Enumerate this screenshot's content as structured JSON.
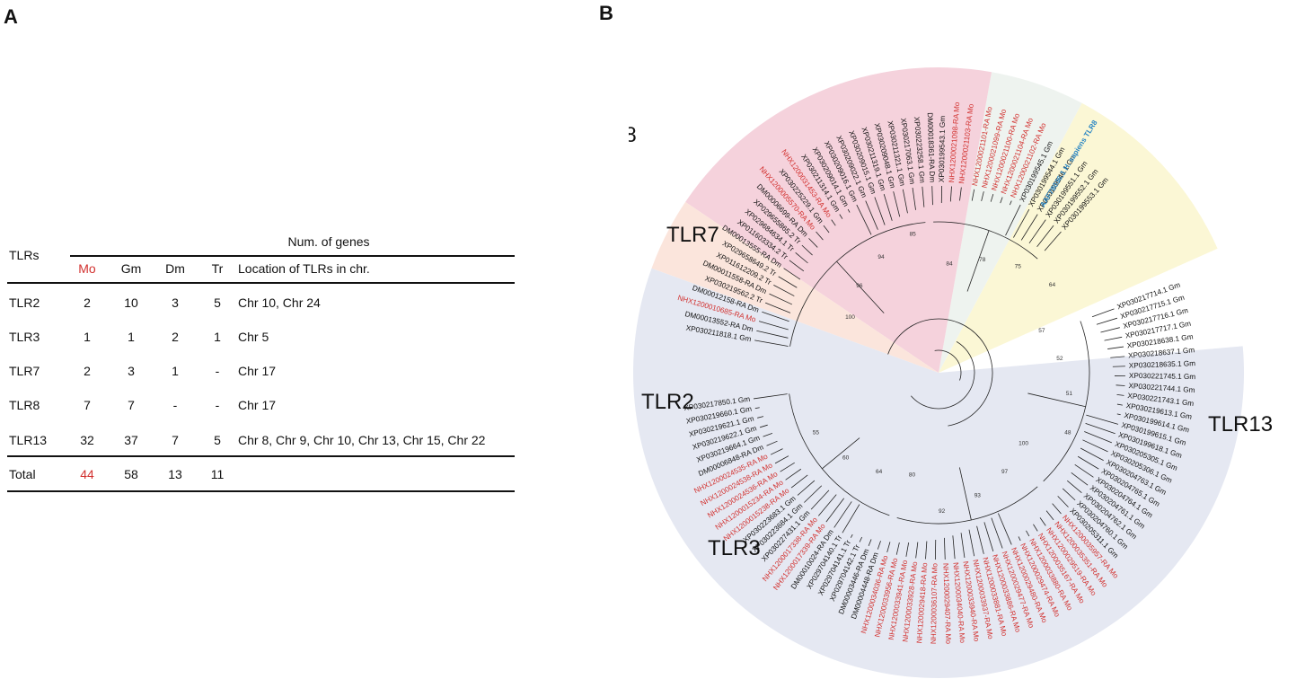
{
  "panels": {
    "a": "A",
    "b": "B"
  },
  "table": {
    "row_header": "TLRs",
    "group_header": "Num. of genes",
    "columns": [
      "Mo",
      "Gm",
      "Dm",
      "Tr",
      "Location of TLRs in chr."
    ],
    "rows": [
      {
        "tlr": "TLR2",
        "mo": "2",
        "gm": "10",
        "dm": "3",
        "tr": "5",
        "loc": "Chr 10, Chr 24"
      },
      {
        "tlr": "TLR3",
        "mo": "1",
        "gm": "1",
        "dm": "2",
        "tr": "1",
        "loc": "Chr 5"
      },
      {
        "tlr": "TLR7",
        "mo": "2",
        "gm": "3",
        "dm": "1",
        "tr": "-",
        "loc": "Chr 17"
      },
      {
        "tlr": "TLR8",
        "mo": "7",
        "gm": "7",
        "dm": "-",
        "tr": "-",
        "loc": "Chr 17"
      },
      {
        "tlr": "TLR13",
        "mo": "32",
        "gm": "37",
        "dm": "7",
        "tr": "5",
        "loc": "Chr 8, Chr 9, Chr 10, Chr 13, Chr 15, Chr 22"
      }
    ],
    "total": {
      "label": "Total",
      "mo": "44",
      "gm": "58",
      "dm": "13",
      "tr": "11"
    }
  },
  "tree": {
    "clades": [
      {
        "name": "TLR8",
        "color": "#fbf7d5",
        "start": -24,
        "end": -62
      },
      {
        "name": "TLR7",
        "color": "#eef3ef",
        "start": -62,
        "end": -80
      },
      {
        "name": "TLR2",
        "color": "#f5d2dc",
        "start": -80,
        "end": -146
      },
      {
        "name": "TLR3",
        "color": "#fbe5dc",
        "start": -146,
        "end": -160
      },
      {
        "name": "TLR13",
        "color": "#e5e8f2",
        "start": 200,
        "end": -5
      }
    ],
    "reference_label": "AAF78036.1 H. sapiens TLR8",
    "reference_color": "#2a86c3",
    "mo_color": "#d2312f",
    "leaves": [
      {
        "label": "XP030211818.1 Gm",
        "angle": -170
      },
      {
        "label": "DM00013552-RA Dm",
        "angle": -167
      },
      {
        "label": "NHX1200010685-RA Mo",
        "angle": -164,
        "mo": true
      },
      {
        "label": "DM00012158-RA Dm",
        "angle": -161
      },
      {
        "label": "XP030219562.2 Tr",
        "angle": -158
      },
      {
        "label": "DM00011558-RA Dm",
        "angle": -155
      },
      {
        "label": "XP011612209.2 Tr",
        "angle": -152
      },
      {
        "label": "XP029658649.2 Tr",
        "angle": -149
      },
      {
        "label": "DM00013555-RA Dm",
        "angle": -146
      },
      {
        "label": "XP011603334.2 Tr",
        "angle": -143
      },
      {
        "label": "XP029684634.1 Tr",
        "angle": -140
      },
      {
        "label": "XP029655865.2 Tr",
        "angle": -137
      },
      {
        "label": "DM00006699-RA Dm",
        "angle": -134
      },
      {
        "label": "NHX1200005570-RA Mo",
        "angle": -131,
        "mo": true
      },
      {
        "label": "XP030225229.1 Gm",
        "angle": -128
      },
      {
        "label": "NHX1200031453-RA Mo",
        "angle": -125,
        "mo": true
      },
      {
        "label": "XP030211314.1 Gm",
        "angle": -122
      },
      {
        "label": "XP030209014.1 Gm",
        "angle": -119
      },
      {
        "label": "XP030209016.1 Gm",
        "angle": -116
      },
      {
        "label": "XP030209022.1 Gm",
        "angle": -113
      },
      {
        "label": "XP030209015.1 Gm",
        "angle": -110
      },
      {
        "label": "XP030211319.1 Gm",
        "angle": -107
      },
      {
        "label": "XP030209048.1 Gm",
        "angle": -104
      },
      {
        "label": "XP030211321.1 Gm",
        "angle": -101
      },
      {
        "label": "XP030217063.1 Gm",
        "angle": -98
      },
      {
        "label": "XP030223258.1 Gm",
        "angle": -95
      },
      {
        "label": "DM00018361-RA Dm",
        "angle": -92
      },
      {
        "label": "XP030199543.1 Gm",
        "angle": -89
      },
      {
        "label": "NHX1200021098-RA Mo",
        "angle": -86,
        "mo": true
      },
      {
        "label": "NHX1200021103-RA Mo",
        "angle": -83,
        "mo": true
      },
      {
        "label": "NHX1200021101-RA Mo",
        "angle": -79,
        "mo": true
      },
      {
        "label": "NHX1200021099-RA Mo",
        "angle": -76,
        "mo": true
      },
      {
        "label": "NHX1200021100-RA Mo",
        "angle": -73,
        "mo": true
      },
      {
        "label": "NHX1200021104-RA Mo",
        "angle": -70,
        "mo": true
      },
      {
        "label": "NHX1200021102-RA Mo",
        "angle": -67,
        "mo": true
      },
      {
        "label": "XP030199545.1 Gm",
        "angle": -64
      },
      {
        "label": "XP030199544.1 Gm",
        "angle": -61
      },
      {
        "label": "XP030199546.1 Gm",
        "angle": -58
      },
      {
        "label": "XP030199551.1 Gm",
        "angle": -55
      },
      {
        "label": "XP030199552.1 Gm",
        "angle": -52
      },
      {
        "label": "XP030199553.1 Gm",
        "angle": -49
      },
      {
        "label": "XP030217714.1 Gm",
        "angle": -20
      },
      {
        "label": "XP030217715.1 Gm",
        "angle": -17
      },
      {
        "label": "XP030217716.1 Gm",
        "angle": -14
      },
      {
        "label": "XP030217717.1 Gm",
        "angle": -11
      },
      {
        "label": "XP030218638.1 Gm",
        "angle": -8
      },
      {
        "label": "XP030218637.1 Gm",
        "angle": -5
      },
      {
        "label": "XP030218635.1 Gm",
        "angle": -2
      },
      {
        "label": "XP030221745.1 Gm",
        "angle": 1
      },
      {
        "label": "XP030221744.1 Gm",
        "angle": 4
      },
      {
        "label": "XP030221743.1 Gm",
        "angle": 7
      },
      {
        "label": "XP030219613.1 Gm",
        "angle": 10
      },
      {
        "label": "XP030199614.1 Gm",
        "angle": 13
      },
      {
        "label": "XP030199615.1 Gm",
        "angle": 16
      },
      {
        "label": "XP030199618.1 Gm",
        "angle": 19
      },
      {
        "label": "XP030205305.1 Gm",
        "angle": 22
      },
      {
        "label": "XP030205306.1 Gm",
        "angle": 25
      },
      {
        "label": "XP030204763.1 Gm",
        "angle": 28
      },
      {
        "label": "XP030204765.1 Gm",
        "angle": 31
      },
      {
        "label": "XP030204764.1 Gm",
        "angle": 34
      },
      {
        "label": "XP030204761.1 Gm",
        "angle": 37
      },
      {
        "label": "XP030204762.1 Gm",
        "angle": 40
      },
      {
        "label": "XP030204760.1 Gm",
        "angle": 43
      },
      {
        "label": "XP030205311.1 Gm",
        "angle": 46
      },
      {
        "label": "NHX1200035957-RA Mo",
        "angle": 49,
        "mo": true
      },
      {
        "label": "NHX1200035351-RA Mo",
        "angle": 52,
        "mo": true
      },
      {
        "label": "NHX1200029519-RA Mo",
        "angle": 55,
        "mo": true
      },
      {
        "label": "NHX1200035167-RA Mo",
        "angle": 58,
        "mo": true
      },
      {
        "label": "NHX1200033880-RA Mo",
        "angle": 61,
        "mo": true
      },
      {
        "label": "NHX1200029474-RA Mo",
        "angle": 64,
        "mo": true
      },
      {
        "label": "NHX1200029480-RA Mo",
        "angle": 67,
        "mo": true
      },
      {
        "label": "NHX1200029477-RA Mo",
        "angle": 70,
        "mo": true
      },
      {
        "label": "NHX1200033886-RA Mo",
        "angle": 73,
        "mo": true
      },
      {
        "label": "NHX1200033881-RA Mo",
        "angle": 76,
        "mo": true
      },
      {
        "label": "NHX1200033937-RA Mo",
        "angle": 79,
        "mo": true
      },
      {
        "label": "NHX1200033940-RA Mo",
        "angle": 82,
        "mo": true
      },
      {
        "label": "NHX1200034040-RA Mo",
        "angle": 85,
        "mo": true
      },
      {
        "label": "NHX1200029407-RA Mo",
        "angle": 88,
        "mo": true
      },
      {
        "label": "NHX1200036107-RA Mo",
        "angle": 91,
        "mo": true
      },
      {
        "label": "NHX1200029418-RA Mo",
        "angle": 94,
        "mo": true
      },
      {
        "label": "NHX1200033928-RA Mo",
        "angle": 97,
        "mo": true
      },
      {
        "label": "NHX1200033941-RA Mo",
        "angle": 100,
        "mo": true
      },
      {
        "label": "NHX1200033956-RA Mo",
        "angle": 103,
        "mo": true
      },
      {
        "label": "NHX1200034036-RA Mo",
        "angle": 106,
        "mo": true
      },
      {
        "label": "DM00004448-RA Dm",
        "angle": 109
      },
      {
        "label": "DM00003446-RA Dm",
        "angle": 112
      },
      {
        "label": "XP029704142.1 Tr",
        "angle": 115
      },
      {
        "label": "XP029704141.1 Tr",
        "angle": 118
      },
      {
        "label": "XP029704140.1 Tr",
        "angle": 121
      },
      {
        "label": "DM00010024-RA Dm",
        "angle": 124
      },
      {
        "label": "NHX1200017339-RA Mo",
        "angle": 127,
        "mo": true
      },
      {
        "label": "NHX1200017338-RA Mo",
        "angle": 130,
        "mo": true
      },
      {
        "label": "XP030227431.1 Gm",
        "angle": 133
      },
      {
        "label": "XP030223684.1 Gm",
        "angle": 136
      },
      {
        "label": "XP030223683.1 Gm",
        "angle": 139
      },
      {
        "label": "NHX1200015238-RA Mo",
        "angle": 142,
        "mo": true
      },
      {
        "label": "NHX1200015234-RA Mo",
        "angle": 145,
        "mo": true
      },
      {
        "label": "NHX1200024536-RA Mo",
        "angle": 148,
        "mo": true
      },
      {
        "label": "NHX1200024538-RA Mo",
        "angle": 151,
        "mo": true
      },
      {
        "label": "NHX1200024535-RA Mo",
        "angle": 154,
        "mo": true
      },
      {
        "label": "DM00006848-RA Dm",
        "angle": 157
      },
      {
        "label": "XP030219664.1 Gm",
        "angle": 160
      },
      {
        "label": "XP030219622.1 Gm",
        "angle": 163
      },
      {
        "label": "XP030219621.1 Gm",
        "angle": 166
      },
      {
        "label": "XP030219660.1 Gm",
        "angle": 169
      },
      {
        "label": "XP030217850.1 Gm",
        "angle": 172
      }
    ],
    "bootstrap": [
      "100",
      "96",
      "94",
      "85",
      "84",
      "78",
      "75",
      "64",
      "57",
      "52",
      "51",
      "48",
      "100",
      "97",
      "93",
      "92",
      "80",
      "64",
      "60",
      "55"
    ]
  }
}
